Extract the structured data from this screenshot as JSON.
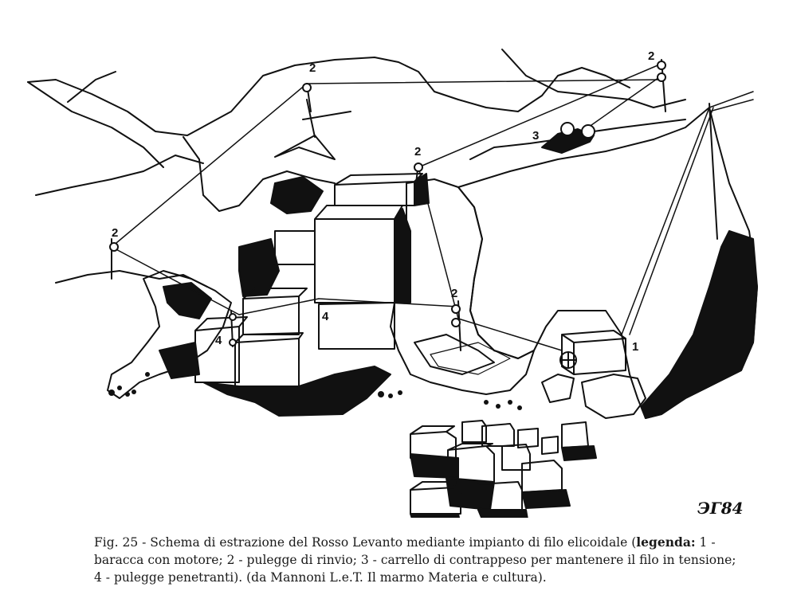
{
  "labels": {
    "pulley_top_left": "2",
    "pulley_top_right": "2",
    "pulley_mid": "2",
    "pulley_left": "2",
    "pulley_lower": "2",
    "cart": "3",
    "penetrating_a": "4",
    "penetrating_b": "4",
    "motor_hut": "1"
  },
  "signature": "ЭГ84",
  "caption": {
    "text": "Fig. 25 - Schema di estrazione del Rosso Levanto mediante impianto di filo elicoidale (",
    "legend_head": "legenda:",
    "legend_body": " 1 - baracca con motore; 2 - pulegge di rinvio; 3 - carrello di contrappeso per mantenere il filo in tensione; 4 - pulegge penetranti). (da Mannoni L.e.T. Il marmo Materia e cultura)."
  }
}
